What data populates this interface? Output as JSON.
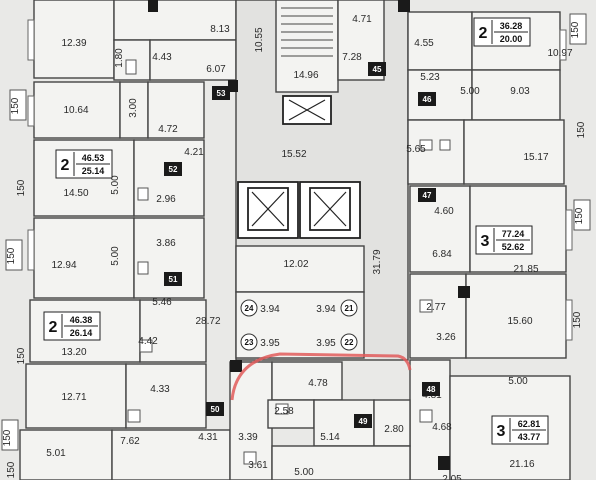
{
  "rooms": [
    {
      "area": "12.39"
    },
    {
      "area": "8.13"
    },
    {
      "area": "4.43"
    },
    {
      "area": "1.80"
    },
    {
      "area": "6.07"
    },
    {
      "area": "10.55"
    },
    {
      "area": "14.96"
    },
    {
      "area": "4.71"
    },
    {
      "area": "7.28"
    },
    {
      "area": "4.55"
    },
    {
      "area": "10.97"
    },
    {
      "area": "5.23"
    },
    {
      "area": "5.00"
    },
    {
      "area": "9.03"
    },
    {
      "area": "10.64"
    },
    {
      "area": "3.00"
    },
    {
      "area": "4.72"
    },
    {
      "area": "4.21"
    },
    {
      "area": "15.52"
    },
    {
      "area": "5.65"
    },
    {
      "area": "15.17"
    },
    {
      "area": "5.00"
    },
    {
      "area": "14.50"
    },
    {
      "area": "2.96"
    },
    {
      "area": "4.60"
    },
    {
      "area": "6.84"
    },
    {
      "area": "21.85"
    },
    {
      "area": "12.94"
    },
    {
      "area": "5.00"
    },
    {
      "area": "3.86"
    },
    {
      "area": "12.02"
    },
    {
      "area": "31.79"
    },
    {
      "area": "5.46"
    },
    {
      "area": "28.72"
    },
    {
      "area": "3.94"
    },
    {
      "area": "3.94"
    },
    {
      "area": "2.77"
    },
    {
      "area": "15.60"
    },
    {
      "area": "3.26"
    },
    {
      "area": "13.20"
    },
    {
      "area": "4.42"
    },
    {
      "area": "3.95"
    },
    {
      "area": "3.95"
    },
    {
      "area": "12.71"
    },
    {
      "area": "4.33"
    },
    {
      "area": "4.78"
    },
    {
      "area": "5.00"
    },
    {
      "area": "4.81"
    },
    {
      "area": "2.58"
    },
    {
      "area": "2.80"
    },
    {
      "area": "4.68"
    },
    {
      "area": "7.62"
    },
    {
      "area": "4.31"
    },
    {
      "area": "3.39"
    },
    {
      "area": "5.14"
    },
    {
      "area": "5.01"
    },
    {
      "area": "3.61"
    },
    {
      "area": "5.00"
    },
    {
      "area": "21.16"
    },
    {
      "area": "2.05"
    }
  ],
  "apartments": [
    {
      "rooms": "2",
      "total": "36.28",
      "living": "20.00"
    },
    {
      "rooms": "2",
      "total": "46.53",
      "living": "25.14"
    },
    {
      "rooms": "3",
      "total": "77.24",
      "living": "52.62"
    },
    {
      "rooms": "2",
      "total": "46.38",
      "living": "26.14"
    },
    {
      "rooms": "3",
      "total": "62.81",
      "living": "43.77"
    }
  ],
  "unit_numbers": [
    "45",
    "53",
    "46",
    "52",
    "47",
    "51",
    "48",
    "50",
    "49"
  ],
  "storage_numbers": [
    "24",
    "21",
    "23",
    "22"
  ],
  "dimensions": [
    "150",
    "150",
    "150",
    "150",
    "150",
    "150",
    "150",
    "150",
    "150",
    "150"
  ]
}
